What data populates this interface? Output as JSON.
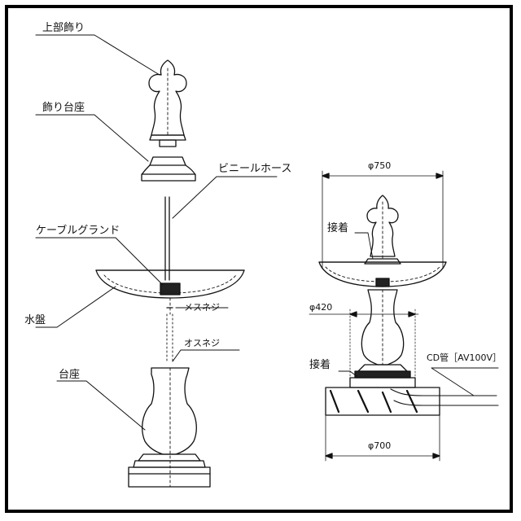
{
  "labels": {
    "top_ornament": "上部飾り",
    "ornament_base": "飾り台座",
    "vinyl_hose": "ビニールホース",
    "cable_gland": "ケーブルグランド",
    "water_basin": "水盤",
    "female_thread": "メスネジ",
    "male_thread": "オスネジ",
    "pedestal": "台座",
    "bonded_upper": "接着",
    "bonded_lower": "接着",
    "cd_pipe": "CD管［AV100V］"
  },
  "dimensions": {
    "basin_width": "φ750",
    "pedestal_width": "φ420",
    "base_width": "φ700"
  }
}
